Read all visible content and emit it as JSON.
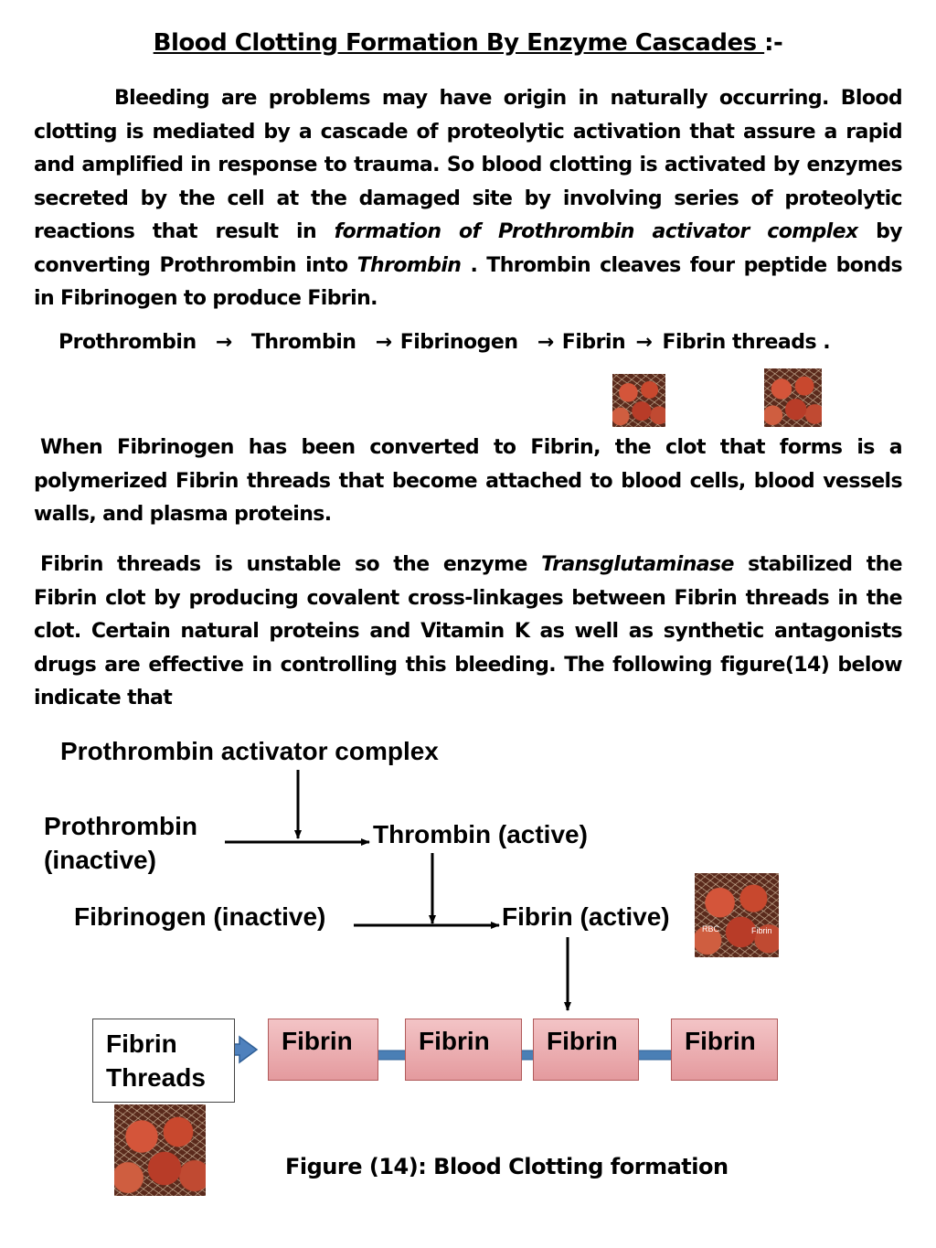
{
  "title": {
    "text": "Blood Clotting Formation By Enzyme Cascades ",
    "suffix": ":-"
  },
  "para1": {
    "t1": "Bleeding are problems may have origin in naturally occurring. Blood clotting is mediated by a cascade of proteolytic activation that assure a rapid and amplified in response to trauma. So blood clotting is activated by enzymes secreted by the cell at the damaged site by involving series of proteolytic reactions that result in ",
    "i1": "formation of Prothrombin activator complex",
    "t2": " by converting Prothrombin into ",
    "i2": "Thrombin",
    "t3": " . Thrombin cleaves four peptide bonds in Fibrinogen to produce Fibrin."
  },
  "chain": {
    "items": [
      "Prothrombin",
      "→",
      "Thrombin",
      "→",
      "Fibrinogen",
      "→",
      "Fibrin",
      "→",
      "Fibrin threads ."
    ]
  },
  "para2": {
    "text": "When Fibrinogen has been converted to Fibrin, the clot that forms is a polymerized Fibrin threads that become attached to blood cells, blood vessels walls, and plasma proteins."
  },
  "para3": {
    "t1": "Fibrin threads is unstable so the enzyme ",
    "i1": "Transglutaminase",
    "t2": " stabilized the Fibrin clot by producing covalent cross-linkages between Fibrin threads in the clot. Certain natural proteins and Vitamin K as well as synthetic antagonists drugs are effective in controlling this bleeding. The following figure(14) below indicate that"
  },
  "diagram": {
    "activator": "Prothrombin activator complex",
    "prothrombin_line1": "Prothrombin",
    "prothrombin_line2": "(inactive)",
    "thrombin": "Thrombin (active)",
    "fibrinogen": "Fibrinogen (inactive)",
    "fibrin_active": "Fibrin (active)",
    "threads_line1": "Fibrin",
    "threads_line2": "Threads",
    "fibrin_units": [
      "Fibrin",
      "Fibrin",
      "Fibrin",
      "Fibrin"
    ],
    "photo_labels": {
      "rbc": "RBC",
      "fibrin": "Fibrin"
    },
    "colors": {
      "fibrin_box": "#e8a6a9",
      "link": "#4a7fb5",
      "arrow_block": "#4f81bd"
    }
  },
  "caption": "Figure (14): Blood Clotting formation"
}
